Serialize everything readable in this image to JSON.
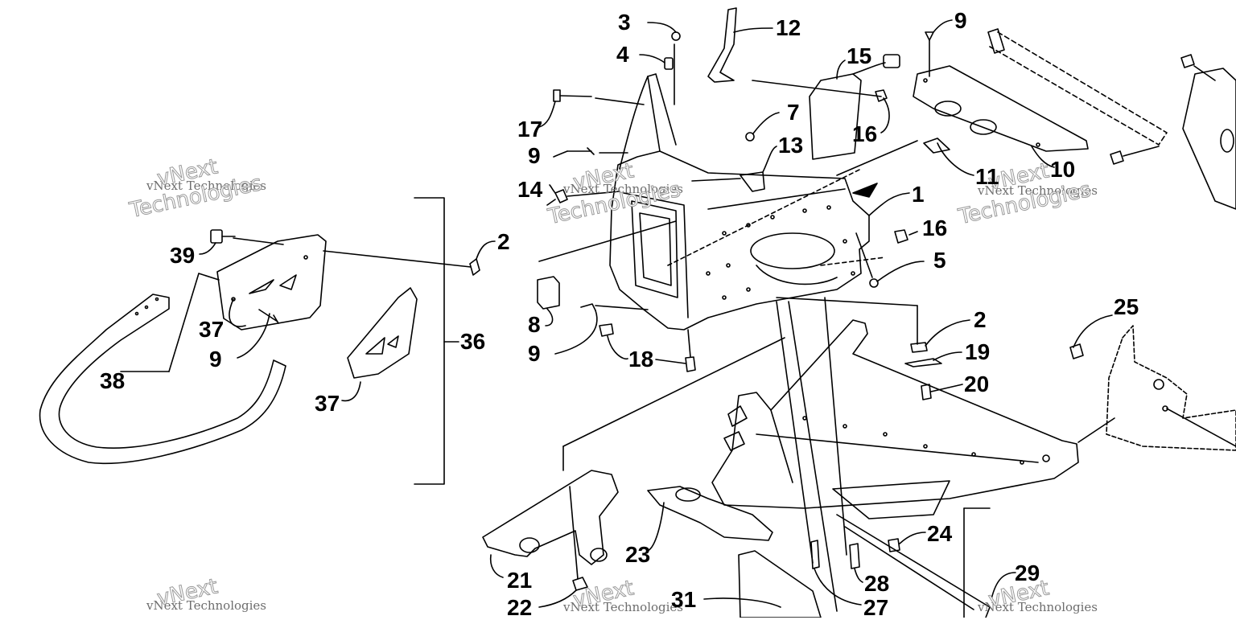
{
  "callouts": [
    "1",
    "2",
    "3",
    "4",
    "5",
    "7",
    "8",
    "9",
    "10",
    "11",
    "12",
    "13",
    "14",
    "15",
    "16",
    "17",
    "18",
    "19",
    "20",
    "21",
    "22",
    "23",
    "24",
    "25",
    "27",
    "28",
    "29",
    "31",
    "36",
    "37",
    "38",
    "39"
  ],
  "watermark": {
    "company": "vNext Technologies",
    "word1": "vNext",
    "word2": "Technologies"
  },
  "colors": {
    "line": "#000000",
    "watermark": "#bdbdbd",
    "background": "#ffffff"
  }
}
